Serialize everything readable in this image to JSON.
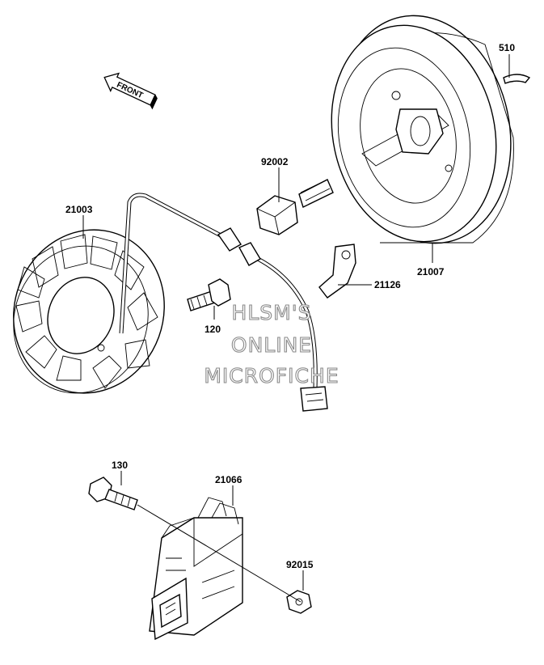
{
  "diagram": {
    "part_labels": [
      "510",
      "92002",
      "21003",
      "21126",
      "21007",
      "120",
      "130",
      "21066",
      "92015"
    ],
    "front_label": "FRONT",
    "watermark": [
      "HLSM'S",
      "ONLINE",
      "MICROFICHE"
    ]
  }
}
